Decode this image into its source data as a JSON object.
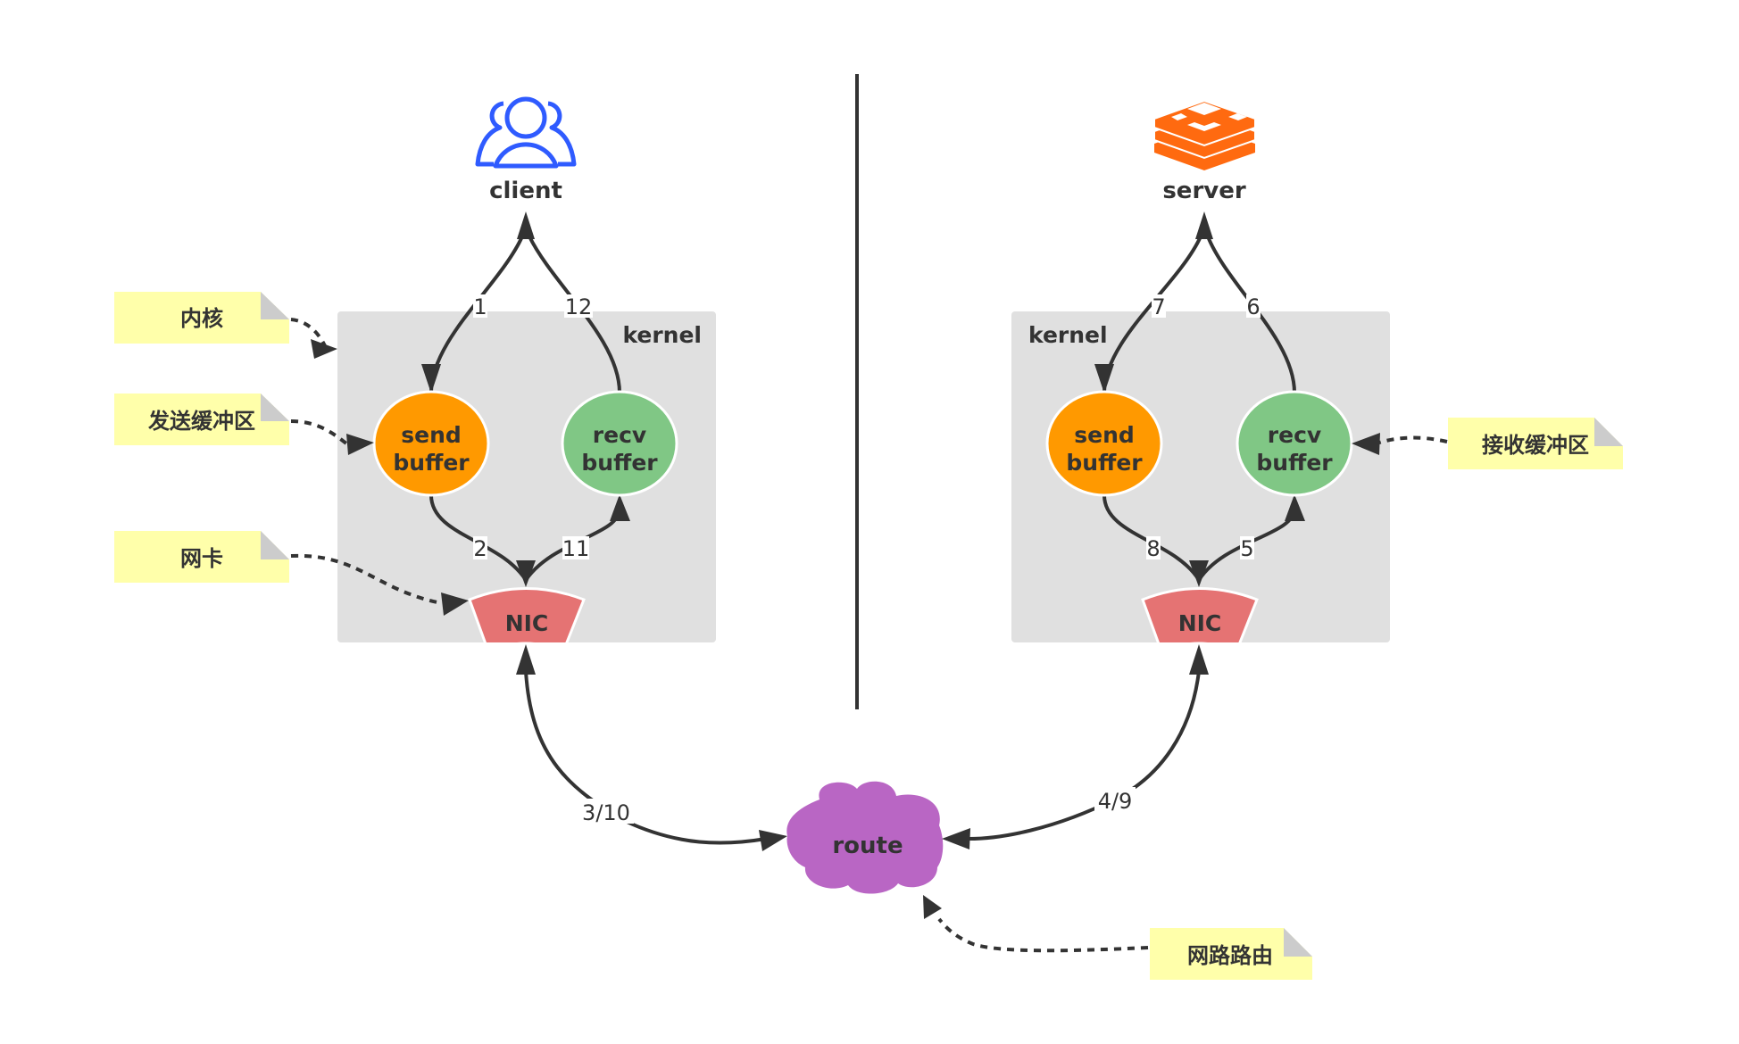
{
  "diagram": {
    "client": {
      "label": "client",
      "icon": "users-icon",
      "color": "#2f5bff"
    },
    "server": {
      "label": "server",
      "icon": "stack-layers-icon",
      "color": "#ff6a10"
    },
    "left_kernel": {
      "label": "kernel",
      "send_buffer": {
        "line1": "send",
        "line2": "buffer",
        "color": "#ff9900"
      },
      "recv_buffer": {
        "line1": "recv",
        "line2": "buffer",
        "color": "#80c785"
      },
      "nic": {
        "label": "NIC",
        "color": "#e57373"
      }
    },
    "right_kernel": {
      "label": "kernel",
      "send_buffer": {
        "line1": "send",
        "line2": "buffer",
        "color": "#ff9900"
      },
      "recv_buffer": {
        "line1": "recv",
        "line2": "buffer",
        "color": "#80c785"
      },
      "nic": {
        "label": "NIC",
        "color": "#e57373"
      }
    },
    "route": {
      "label": "route",
      "color": "#b966c4"
    },
    "edge_labels": {
      "client_to_send": "1",
      "recv_to_client": "12",
      "send_to_nic_left": "2",
      "nic_to_recv_left": "11",
      "client_nic_route": "3/10",
      "route_server_nic": "4/9",
      "nic_to_recv_right": "5",
      "recv_to_server": "6",
      "server_to_send": "7",
      "send_to_nic_right": "8"
    },
    "notes": {
      "kernel": "内核",
      "send_buffer": "发送缓冲区",
      "nic": "网卡",
      "recv_buffer": "接收缓冲区",
      "route": "网路路由"
    }
  }
}
